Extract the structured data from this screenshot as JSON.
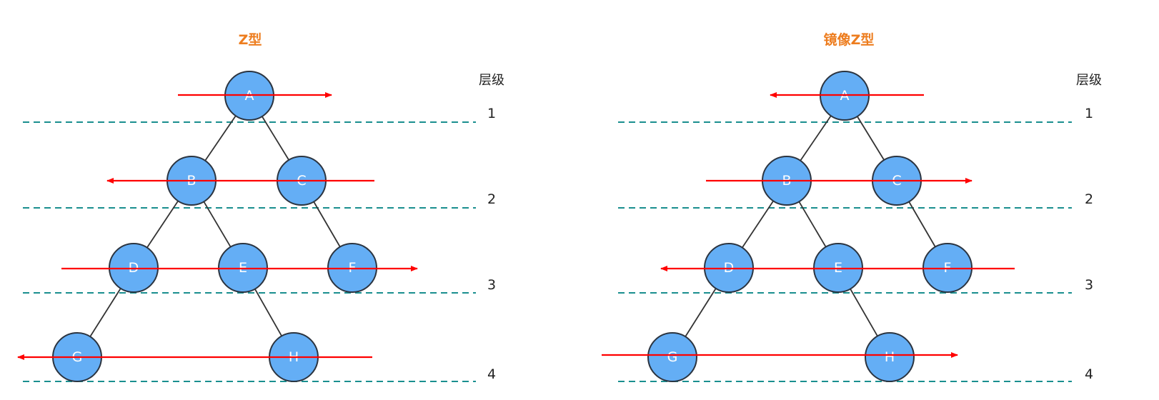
{
  "colors": {
    "title": "#ed7d1f",
    "node_fill": "#64aef5",
    "node_stroke": "#2b3440",
    "edge": "#333333",
    "arrow": "#ff0000",
    "dash": "#1a8f8f"
  },
  "diagrams": [
    {
      "title": "Z型",
      "level_header": "层级",
      "levels": [
        "1",
        "2",
        "3",
        "4"
      ],
      "nodes": [
        {
          "id": "A",
          "label": "A"
        },
        {
          "id": "B",
          "label": "B"
        },
        {
          "id": "C",
          "label": "C"
        },
        {
          "id": "D",
          "label": "D"
        },
        {
          "id": "E",
          "label": "E"
        },
        {
          "id": "F",
          "label": "F"
        },
        {
          "id": "G",
          "label": "G"
        },
        {
          "id": "H",
          "label": "H"
        }
      ],
      "edges": [
        [
          "A",
          "B"
        ],
        [
          "A",
          "C"
        ],
        [
          "B",
          "D"
        ],
        [
          "B",
          "E"
        ],
        [
          "C",
          "F"
        ],
        [
          "D",
          "G"
        ],
        [
          "E",
          "H"
        ]
      ],
      "row_directions": [
        "right",
        "left",
        "right",
        "left"
      ]
    },
    {
      "title": "镜像Z型",
      "level_header": "层级",
      "levels": [
        "1",
        "2",
        "3",
        "4"
      ],
      "nodes": [
        {
          "id": "A",
          "label": "A"
        },
        {
          "id": "B",
          "label": "B"
        },
        {
          "id": "C",
          "label": "C"
        },
        {
          "id": "D",
          "label": "D"
        },
        {
          "id": "E",
          "label": "E"
        },
        {
          "id": "F",
          "label": "F"
        },
        {
          "id": "G",
          "label": "G"
        },
        {
          "id": "H",
          "label": "H"
        }
      ],
      "edges": [
        [
          "A",
          "B"
        ],
        [
          "A",
          "C"
        ],
        [
          "B",
          "D"
        ],
        [
          "B",
          "E"
        ],
        [
          "C",
          "F"
        ],
        [
          "D",
          "G"
        ],
        [
          "E",
          "H"
        ]
      ],
      "row_directions": [
        "left",
        "right",
        "left",
        "right"
      ]
    }
  ]
}
